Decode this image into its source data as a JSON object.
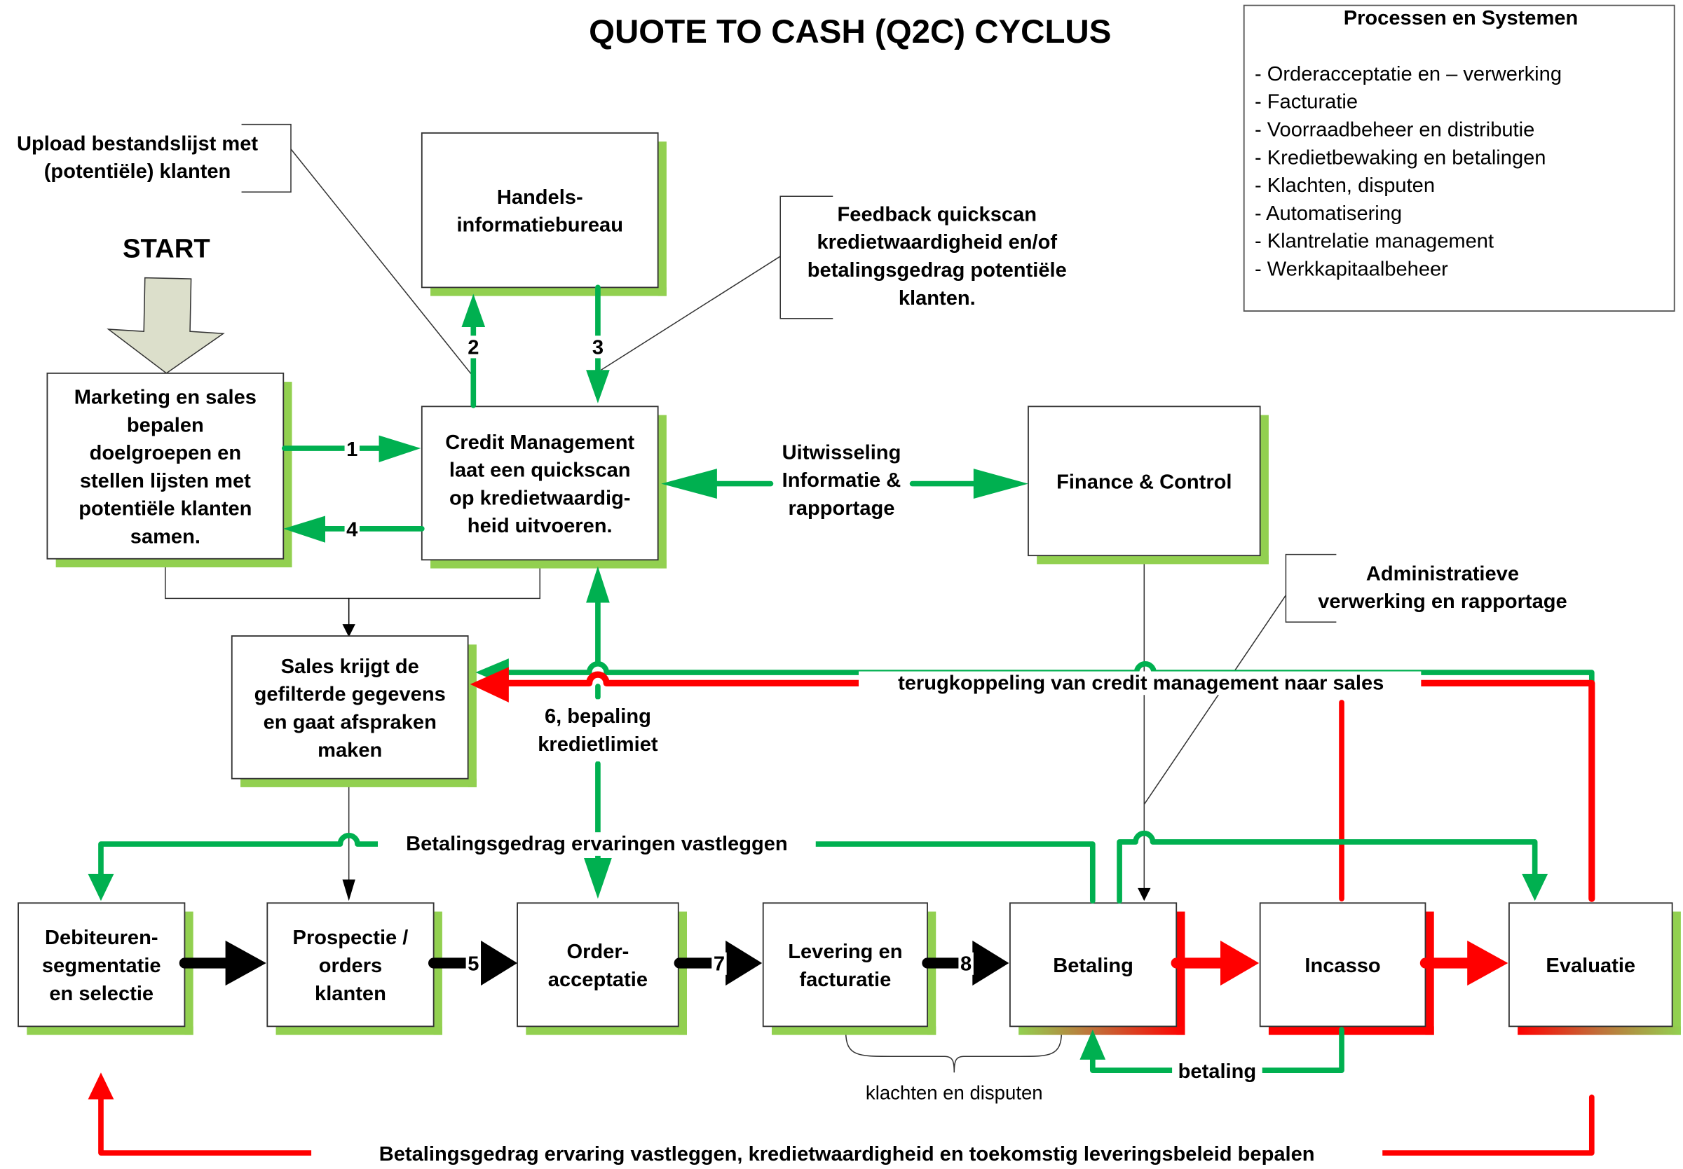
{
  "title": "QUOTE TO CASH (Q2C) CYCLUS",
  "start_label": "START",
  "legend": {
    "heading": "Processen en Systemen",
    "items": [
      "- Orderacceptatie en – verwerking",
      "- Facturatie",
      "- Voorraadbeheer en distributie",
      "- Kredietbewaking en betalingen",
      "- Klachten, disputen",
      "- Automatisering",
      "- Klantrelatie management",
      "- Werkkapitaalbeheer"
    ]
  },
  "callouts": {
    "upload": [
      "Upload bestandslijst met",
      "(potentiële) klanten"
    ],
    "feedback": [
      "Feedback quickscan",
      "kredietwaardigheid en/of",
      "betalingsgedrag potentiële",
      "klanten."
    ],
    "admin": [
      "Administratieve",
      "verwerking en rapportage"
    ]
  },
  "nodes": {
    "handels": [
      "Handels-",
      "informatiebureau"
    ],
    "marketing": [
      "Marketing en sales",
      "bepalen",
      "doelgroepen en",
      "stellen lijsten met",
      "potentiële klanten",
      "samen."
    ],
    "credit": [
      "Credit Management",
      "laat  een quickscan",
      "op kredietwaardig-",
      "heid uitvoeren."
    ],
    "finance": [
      "Finance & Control"
    ],
    "sales": [
      "Sales krijgt de",
      "gefilterde gegevens",
      "en gaat afspraken",
      "maken"
    ],
    "debiteuren": [
      "Debiteuren-",
      "segmentatie",
      "en selectie"
    ],
    "prospectie": [
      "Prospectie /",
      "orders",
      "klanten"
    ],
    "order": [
      "Order-",
      "acceptatie"
    ],
    "levering": [
      "Levering en",
      "facturatie"
    ],
    "betaling": [
      "Betaling"
    ],
    "incasso": [
      "Incasso"
    ],
    "evaluatie": [
      "Evaluatie"
    ]
  },
  "flow_labels": {
    "step1": "1",
    "step2": "2",
    "step3": "3",
    "step4": "4",
    "step5": "5",
    "step7": "7",
    "step8": "8",
    "uitwisseling": [
      "Uitwisseling",
      "Informatie &",
      "rapportage"
    ],
    "step6": [
      "6, bepaling",
      "kredietlimiet"
    ],
    "terugkoppeling": "terugkoppeling van credit management naar sales",
    "betalingsgedrag_top": "Betalingsgedrag ervaringen vastleggen",
    "betaling_loop": "betaling",
    "klachten": "klachten en disputen",
    "bottom_loop": "Betalingsgedrag ervaring vastleggen, kredietwaardigheid en toekomstig leveringsbeleid bepalen"
  },
  "colors": {
    "positive_flow": "#00b050",
    "negative_flow": "#ff0000",
    "box_shadow": "#92d050",
    "start_arrow": "#dcdfcb"
  }
}
